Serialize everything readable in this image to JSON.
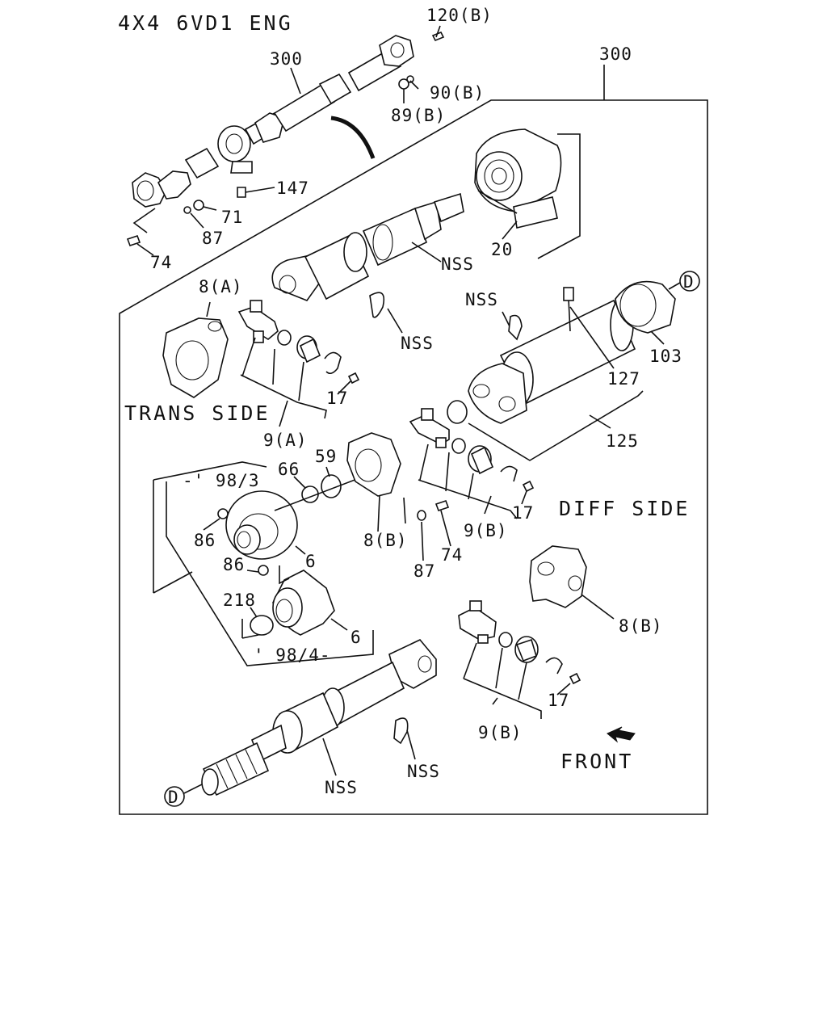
{
  "title": "4X4 6VD1 ENG",
  "section_labels": {
    "trans_side": "TRANS SIDE",
    "diff_side": "DIFF SIDE",
    "front": "FRONT"
  },
  "callouts": {
    "c_120b": "120(B)",
    "c_300_left": "300",
    "c_300_right": "300",
    "c_90b": "90(B)",
    "c_89b": "89(B)",
    "c_147": "147",
    "c_71": "71",
    "c_87_top": "87",
    "c_74_top": "74",
    "c_20": "20",
    "c_nss_top": "NSS",
    "c_8a": "8(A)",
    "c_nss_mid": "NSS",
    "c_nss_right": "NSS",
    "c_d_right": "D",
    "c_103": "103",
    "c_127": "127",
    "c_17_a": "17",
    "c_9a": "9(A)",
    "c_125": "125",
    "c_98_3": "-' 98/3",
    "c_66": "66",
    "c_59": "59",
    "c_17_b": "17",
    "c_86_a": "86",
    "c_8b_mid": "8(B)",
    "c_9b_mid": "9(B)",
    "c_74_mid": "74",
    "c_87_mid": "87",
    "c_6_a": "6",
    "c_86_b": "86",
    "c_218": "218",
    "c_6_b": "6",
    "c_98_4": "' 98/4-",
    "c_8b_right": "8(B)",
    "c_17_c": "17",
    "c_9b_low": "9(B)",
    "c_nss_bottom": "NSS",
    "c_nss_low": "NSS",
    "c_d_left": "D"
  },
  "icons": [
    "front-arrow-icon",
    "reference-circle-d-icon"
  ]
}
